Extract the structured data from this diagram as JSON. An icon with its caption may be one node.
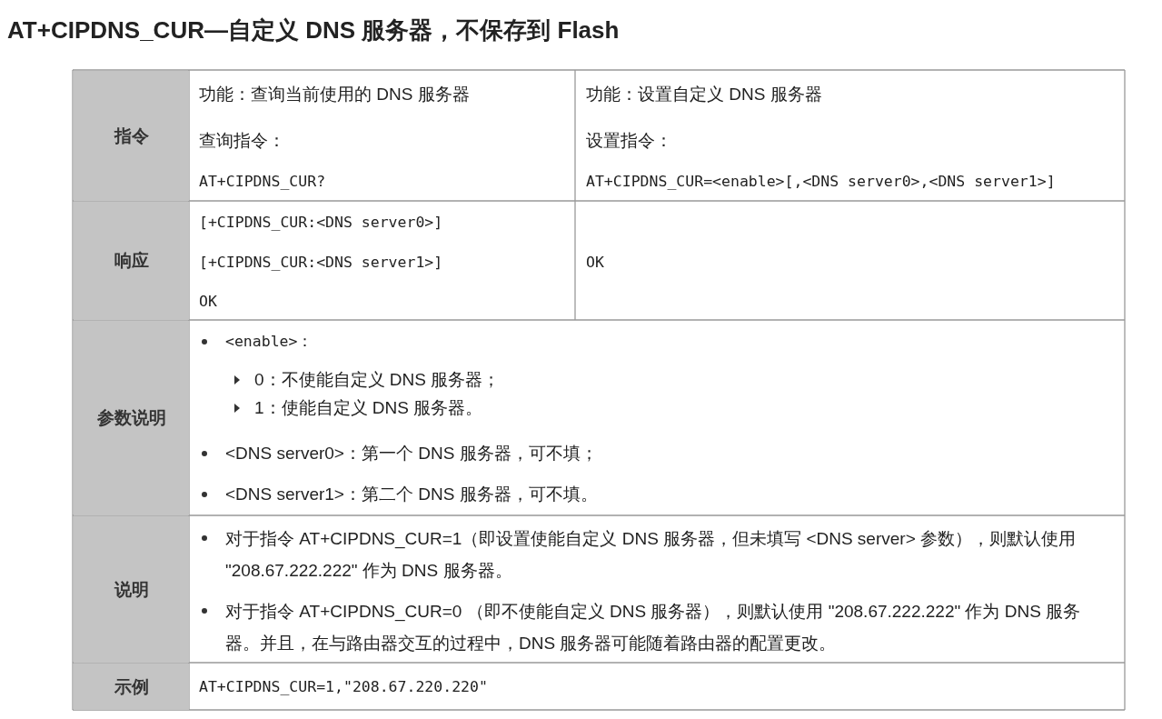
{
  "diagram": {
    "title": "AT+CIPDNS_CUR—自定义 DNS 服务器，不保存到 Flash",
    "labels": [
      "指令",
      "功能：查询当前使用的 DNS 服务器",
      "查询指令：",
      "AT+CIPDNS_CUR?",
      "功能：设置自定义 DNS 服务器",
      "设置指令：",
      "AT+CIPDNS_CUR=<enable>[,<DNS server0>,<DNS server1>]",
      "响应",
      "[+CIPDNS_CUR:<DNS server0>]",
      "[+CIPDNS_CUR:<DNS server1>]",
      "OK",
      "OK",
      "参数说明",
      "<enable>：",
      "0：不使能自定义 DNS 服务器；",
      "1：使能自定义 DNS 服务器。",
      "<DNS server0>：第一个 DNS 服务器，可不填；",
      "<DNS server1>：第二个 DNS 服务器，可不填。",
      "说明",
      "对于指令 AT+CIPDNS_CUR=1（即设置使能自定义 DNS 服务器，但未填写 <DNS server> 参数），则默认使用 \"208.67.222.222\" 作为 DNS 服务器。",
      "对于指令 AT+CIPDNS_CUR=0 （即不使能自定义 DNS 服务器），则默认使用 \"208.67.222.222\" 作为 DNS 服务器。并且，在与路由器交互的过程中，DNS 服务器可能随着路由器的配置更改。",
      "示例",
      "AT+CIPDNS_CUR=1,\"208.67.220.220\""
    ]
  }
}
